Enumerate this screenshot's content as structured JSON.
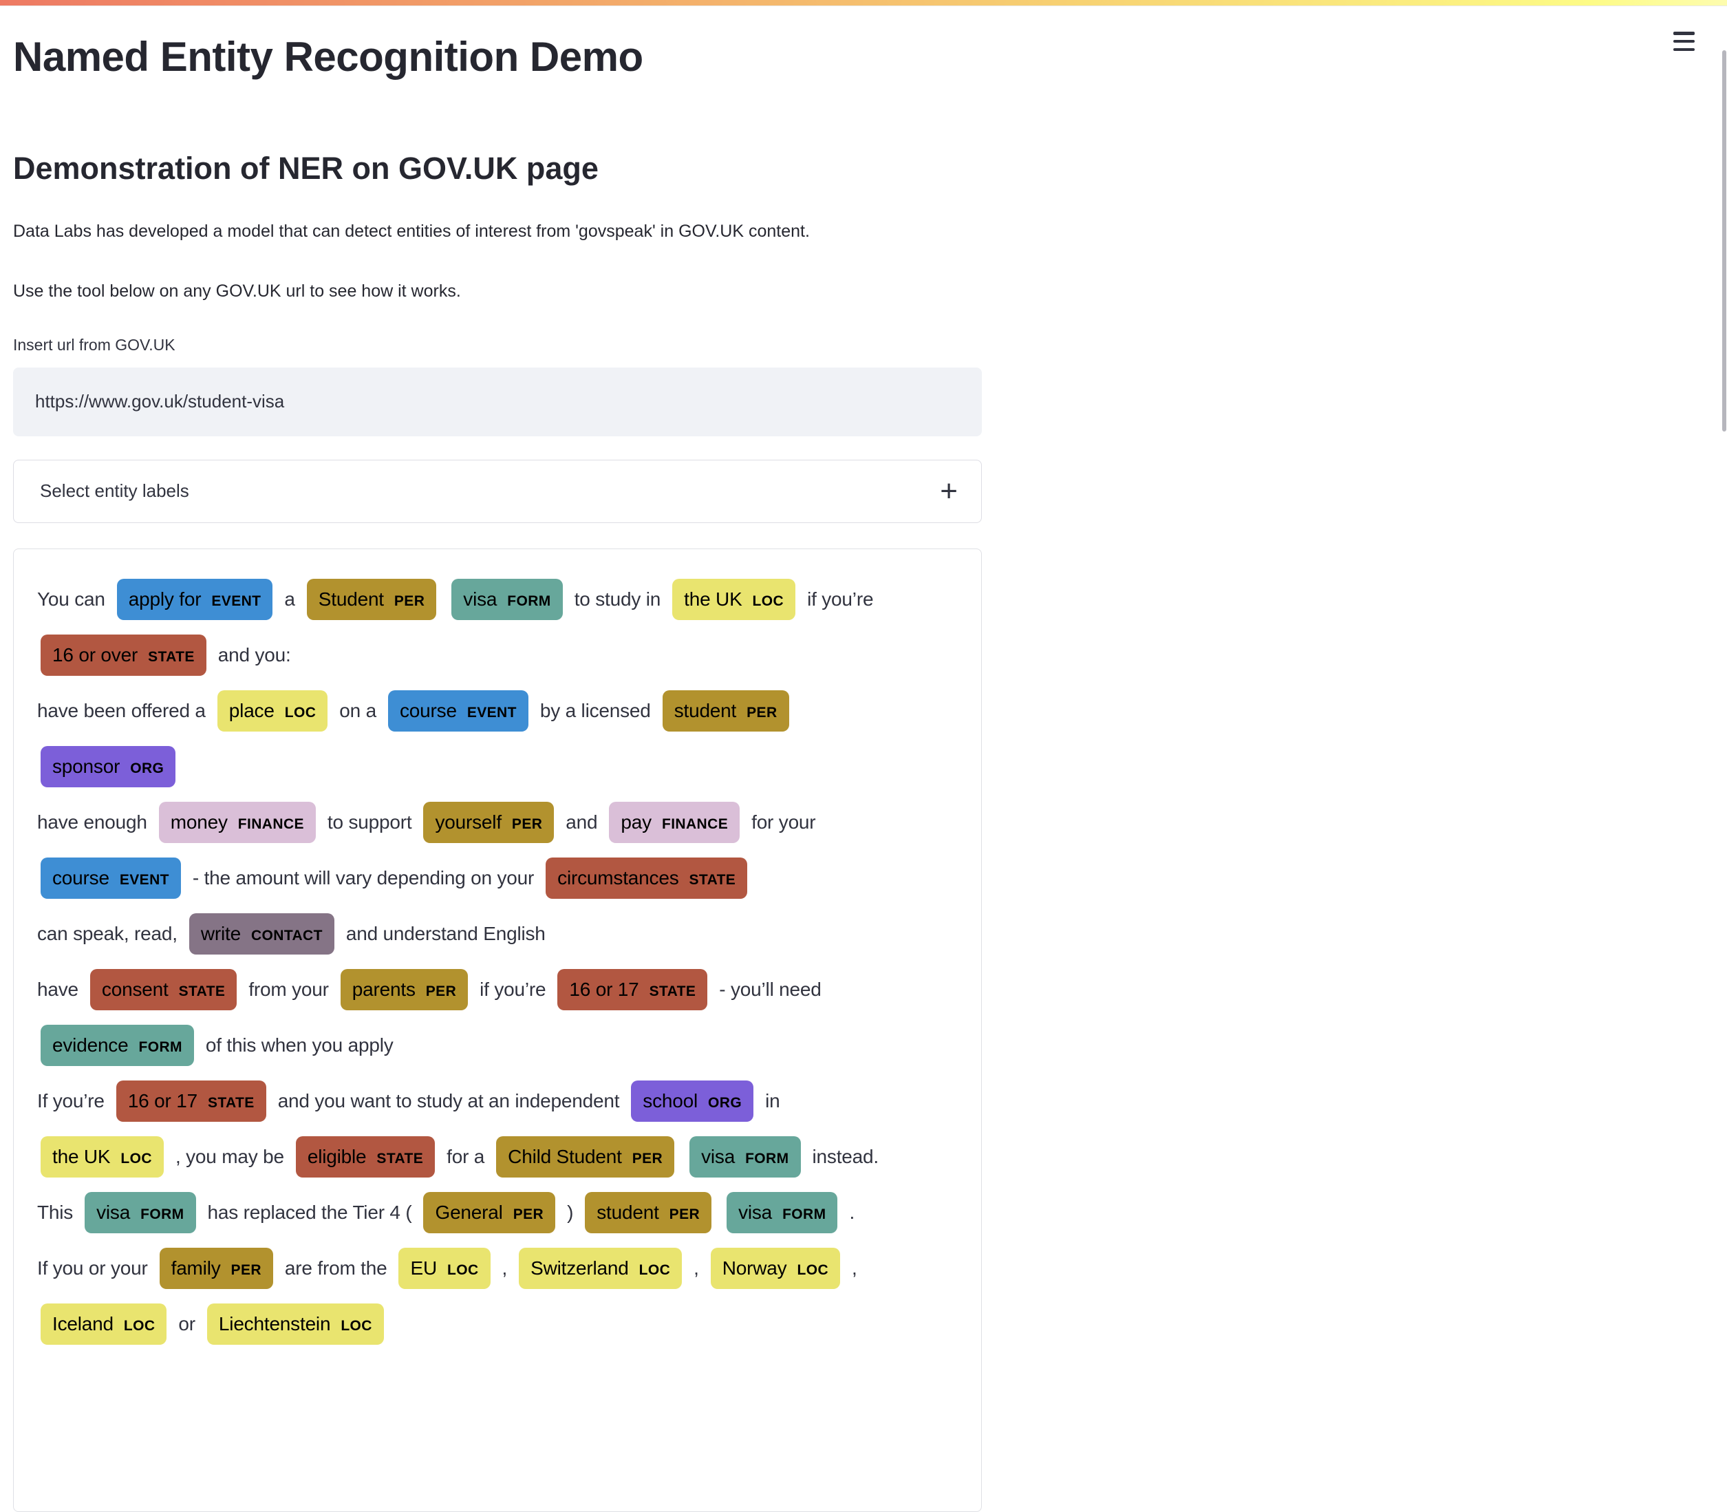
{
  "page": {
    "title": "Named Entity Recognition Demo",
    "heading": "Demonstration of NER on GOV.UK page",
    "intro": "Data Labs has developed a model that can detect entities of interest from 'govspeak' in GOV.UK content.",
    "instruction": "Use the tool below on any GOV.UK url to see how it works."
  },
  "url_input": {
    "label": "Insert url from GOV.UK",
    "value": "https://www.gov.uk/student-visa"
  },
  "expander": {
    "label": "Select entity labels",
    "toggle_icon": "+"
  },
  "decoration_gradient": [
    "#ee7a63",
    "#fdfb86"
  ],
  "entity_colors": {
    "EVENT": "#3e8ed4",
    "PER": "#b2922e",
    "FORM": "#67a79b",
    "LOC": "#e9e46f",
    "STATE": "#b25741",
    "ORG": "#7c5fd9",
    "FINANCE": "#dabfd8",
    "CONTACT": "#857486"
  },
  "ner": {
    "lines": [
      [
        {
          "t": "You can"
        },
        {
          "t": "apply for",
          "l": "EVENT"
        },
        {
          "t": "a"
        },
        {
          "t": "Student",
          "l": "PER"
        },
        {
          "t": "visa",
          "l": "FORM"
        },
        {
          "t": "to study in"
        },
        {
          "t": "the UK",
          "l": "LOC"
        },
        {
          "t": "if you’re"
        }
      ],
      [
        {
          "t": "16 or over",
          "l": "STATE"
        },
        {
          "t": "and you:"
        }
      ],
      [
        {
          "t": "have been offered a"
        },
        {
          "t": "place",
          "l": "LOC"
        },
        {
          "t": "on a"
        },
        {
          "t": "course",
          "l": "EVENT"
        },
        {
          "t": "by a licensed"
        },
        {
          "t": "student",
          "l": "PER"
        }
      ],
      [
        {
          "t": "sponsor",
          "l": "ORG"
        }
      ],
      [
        {
          "t": "have enough"
        },
        {
          "t": "money",
          "l": "FINANCE"
        },
        {
          "t": "to support"
        },
        {
          "t": "yourself",
          "l": "PER"
        },
        {
          "t": "and"
        },
        {
          "t": "pay",
          "l": "FINANCE"
        },
        {
          "t": "for your"
        }
      ],
      [
        {
          "t": "course",
          "l": "EVENT"
        },
        {
          "t": "- the amount will vary depending on your"
        },
        {
          "t": "circumstances",
          "l": "STATE"
        }
      ],
      [
        {
          "t": "can speak, read,"
        },
        {
          "t": "write",
          "l": "CONTACT"
        },
        {
          "t": "and understand English"
        }
      ],
      [
        {
          "t": "have"
        },
        {
          "t": "consent",
          "l": "STATE"
        },
        {
          "t": "from your"
        },
        {
          "t": "parents",
          "l": "PER"
        },
        {
          "t": "if you’re"
        },
        {
          "t": "16 or 17",
          "l": "STATE"
        },
        {
          "t": "- you’ll need"
        }
      ],
      [
        {
          "t": "evidence",
          "l": "FORM"
        },
        {
          "t": "of this when you apply"
        }
      ],
      [
        {
          "t": "If you’re"
        },
        {
          "t": "16 or 17",
          "l": "STATE"
        },
        {
          "t": "and you want to study at an independent"
        },
        {
          "t": "school",
          "l": "ORG"
        },
        {
          "t": "in"
        }
      ],
      [
        {
          "t": "the UK",
          "l": "LOC"
        },
        {
          "t": ", you may be"
        },
        {
          "t": "eligible",
          "l": "STATE"
        },
        {
          "t": "for a"
        },
        {
          "t": "Child Student",
          "l": "PER"
        },
        {
          "t": "visa",
          "l": "FORM"
        },
        {
          "t": "instead."
        }
      ],
      [
        {
          "t": "This"
        },
        {
          "t": "visa",
          "l": "FORM"
        },
        {
          "t": "has replaced the Tier 4 ("
        },
        {
          "t": "General",
          "l": "PER"
        },
        {
          "t": ")"
        },
        {
          "t": "student",
          "l": "PER"
        },
        {
          "t": "visa",
          "l": "FORM"
        },
        {
          "t": "."
        }
      ],
      [
        {
          "t": "If you or your"
        },
        {
          "t": "family",
          "l": "PER"
        },
        {
          "t": "are from the"
        },
        {
          "t": "EU",
          "l": "LOC"
        },
        {
          "t": ","
        },
        {
          "t": "Switzerland",
          "l": "LOC"
        },
        {
          "t": ","
        },
        {
          "t": "Norway",
          "l": "LOC"
        },
        {
          "t": ","
        }
      ],
      [
        {
          "t": "Iceland",
          "l": "LOC"
        },
        {
          "t": "or"
        },
        {
          "t": "Liechtenstein",
          "l": "LOC"
        }
      ]
    ]
  }
}
